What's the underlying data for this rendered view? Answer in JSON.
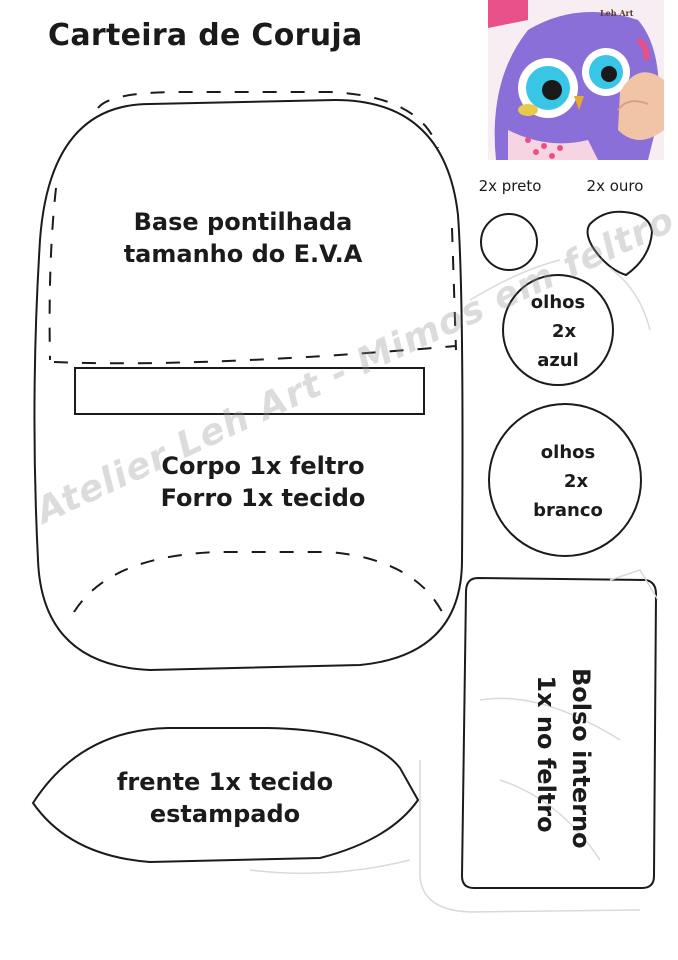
{
  "title": "Carteira de Coruja",
  "photo": {
    "logo_text": "Leh Art"
  },
  "labels": {
    "base_line1": "Base pontilhada",
    "base_line2": "tamanho do E.V.A",
    "body_line1": "Corpo 1x feltro",
    "body_line2": "Forro 1x tecido",
    "front_line1": "frente 1x tecido",
    "front_line2": "estampado",
    "preto": "2x preto",
    "ouro": "2x  ouro",
    "eyes_blue_line1": "olhos",
    "eyes_blue_line2": "2x",
    "eyes_blue_line3": "azul",
    "eyes_white_line1": "olhos",
    "eyes_white_line2": "2x",
    "eyes_white_line3": "branco",
    "pocket_line1": "Bolso interno",
    "pocket_line2": "1x no feltro"
  },
  "watermark": "Atelier Leh Art - Mimos em feltro",
  "colors": {
    "ink": "#1b1b1b",
    "photo_purple": "#8a6fd8",
    "photo_pink": "#e8508a",
    "photo_cyan": "#39c6e6",
    "photo_skin": "#f1c4a8"
  }
}
